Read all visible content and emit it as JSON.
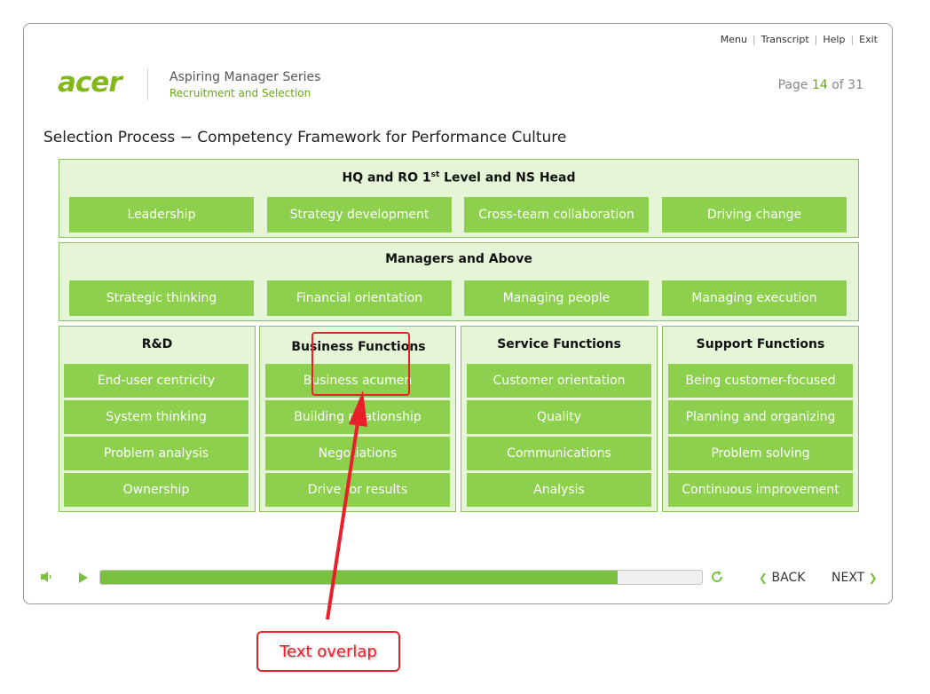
{
  "top_links": [
    "Menu",
    "Transcript",
    "Help",
    "Exit"
  ],
  "header": {
    "logo": "acer",
    "series_title": "Aspiring Manager Series",
    "series_subtitle": "Recruitment and Selection",
    "page_label": "Page",
    "page_current": "14",
    "page_of": "of 31"
  },
  "slide_title": "Selection Process − Competency Framework for Performance Culture",
  "hq": {
    "title_pre": "HQ and RO 1",
    "title_sup": "st",
    "title_post": " Level and NS Head",
    "items": [
      "Leadership",
      "Strategy development",
      "Cross-team collaboration",
      "Driving change"
    ]
  },
  "managers": {
    "title": "Managers and Above",
    "items": [
      "Strategic thinking",
      "Financial orientation",
      "Managing people",
      "Managing execution"
    ]
  },
  "columns": [
    {
      "title": "R&D",
      "items": [
        "End-user centricity",
        "System thinking",
        "Problem analysis",
        "Ownership"
      ]
    },
    {
      "title": "Business Functions",
      "items": [
        "Business acumen",
        "Building relationship",
        "Negotiations",
        "Drive for results"
      ]
    },
    {
      "title": "Service Functions",
      "items": [
        "Customer orientation",
        "Quality",
        "Communications",
        "Analysis"
      ]
    },
    {
      "title": "Support Functions",
      "items": [
        "Being customer-focused",
        "Planning and organizing",
        "Problem solving",
        "Continuous improvement"
      ]
    }
  ],
  "controls": {
    "back": "BACK",
    "next": "NEXT",
    "progress": 0.86
  },
  "annotation": {
    "label": "Text overlap"
  },
  "colors": {
    "accent": "#7ac142",
    "tile": "#8dd04d",
    "panel": "#e6f5d8",
    "annotation": "#e8202a"
  }
}
